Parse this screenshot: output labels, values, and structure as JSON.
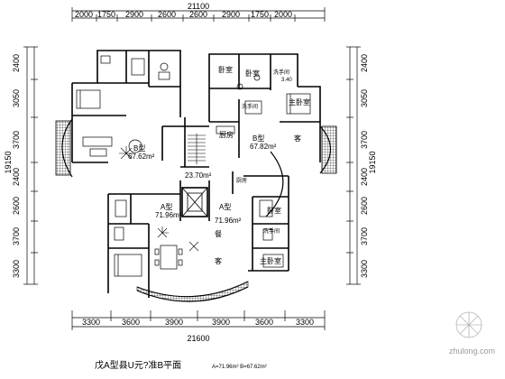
{
  "dimensions": {
    "top_total": "21100",
    "top_segments": [
      "2000",
      "1750",
      "2900",
      "2600",
      "2600",
      "2900",
      "1750",
      "2000"
    ],
    "bottom_total": "21600",
    "bottom_segments": [
      "3300",
      "3600",
      "3900",
      "3900",
      "3600",
      "3300"
    ],
    "left_total": "19150",
    "left_segments": [
      "2400",
      "3050",
      "3700",
      "2400",
      "2600",
      "3700",
      "3300"
    ],
    "right_total": "19150",
    "right_segments": [
      "2400",
      "3050",
      "3700",
      "2400",
      "2600",
      "3700",
      "3300"
    ]
  },
  "rooms": {
    "bedroom_1": "卧室",
    "bedroom_2": "卧室",
    "washroom_1": "洗手间",
    "washroom_1_area": "3.40",
    "master_bedroom_1": "主卧室",
    "washroom_2": "洗手间",
    "kitchen_1": "厨房",
    "type_b_right": "B型",
    "type_b_right_area": "67.82m²",
    "living_right": "客",
    "type_b_left": "B型",
    "type_b_left_area": "67.62m²",
    "hall_area": "23.70m²",
    "kitchen_2": "厨房",
    "type_a_left": "A型",
    "type_a_left_area": "71.96m²",
    "type_a_right": "A型",
    "type_a_right_area": "71.96m²",
    "bedroom_3": "卧室",
    "washroom_3": "洗手间",
    "dining": "餐",
    "living_bottom": "客",
    "master_bedroom_2": "主卧室"
  },
  "caption": {
    "title": "戊A型县U元?准B平面",
    "subtitle": "A=71.96m²  B=67.62m²"
  },
  "watermark": "zhulong.com"
}
